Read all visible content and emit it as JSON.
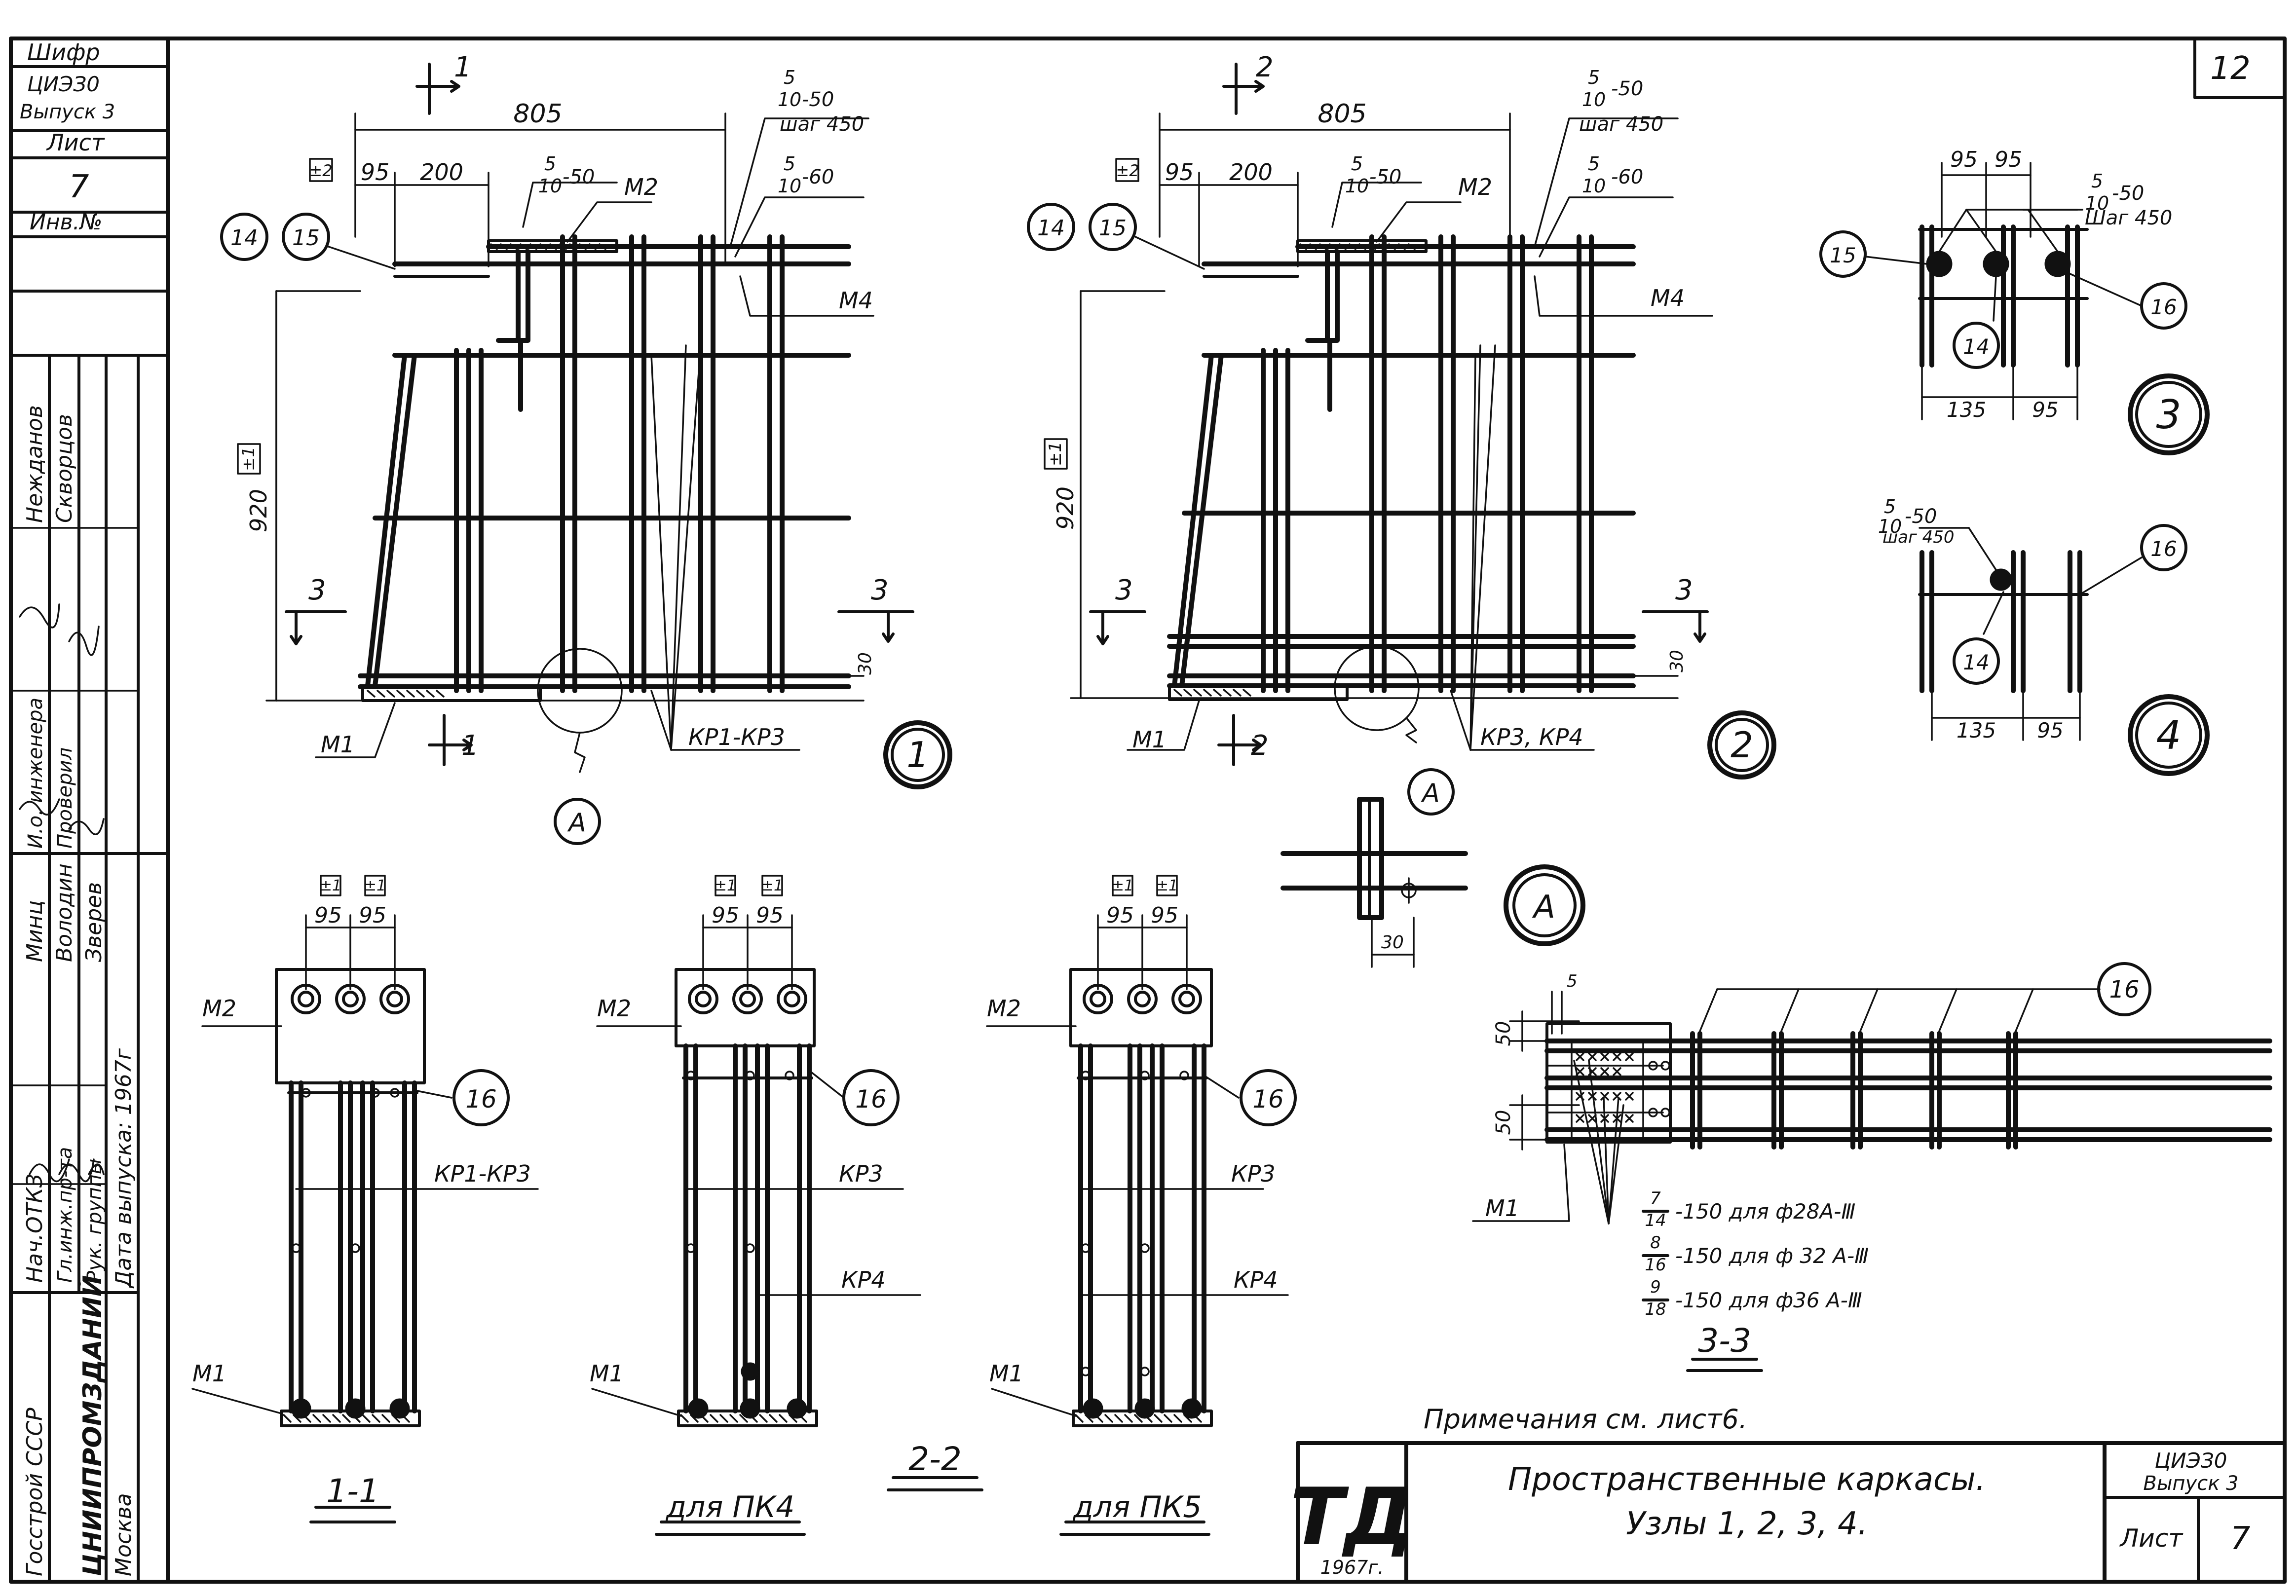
{
  "sheet_number": "12",
  "side_stamp": {
    "shifr_label": "Шифр",
    "shifr_value": "ЦИЭЗ0",
    "vypusk": "Выпуск 3",
    "list_label": "Лист",
    "list_value": "7",
    "inv_label": "Инв.№",
    "roles": [
      "Нач.ОТКЗ",
      "Гл.инж.пр-та",
      "Рук. группы"
    ],
    "role_names": [
      "Минц",
      "Володин",
      "Зверев"
    ],
    "roles2": [
      "И.о. инженера",
      "Проверил"
    ],
    "role2_names": [
      "Нежданов",
      "Скворцов"
    ],
    "org1": "Госстрой СССР",
    "org2": "ЦНИИПРОМЗДАНИЙ",
    "city": "Москва",
    "release": "Дата выпуска: 1967г"
  },
  "node1": {
    "cut_top": "1",
    "cut_bottom": "1",
    "cut_left": "3",
    "cut_right": "3",
    "dim_total": "805",
    "dim_a": "95",
    "dim_b": "200",
    "plus_top": "±2",
    "plus_side": "±1",
    "dim_height": "920",
    "dim_30": "30",
    "weld_1_top": "5",
    "weld_1_bot": "10",
    "weld_1_len": "-50",
    "weld_2_top": "5",
    "weld_2_bot": "10",
    "weld_2_len": "-50",
    "weld_2_step": "шаг 450",
    "weld_3_top": "5",
    "weld_3_bot": "10",
    "weld_3_len": "-60",
    "label_m2": "М2",
    "label_m4": "М4",
    "label_m1": "М1",
    "label_kr": "КР1-КР3",
    "circle_14": "14",
    "circle_15": "15",
    "callout_a": "А",
    "node_num": "1"
  },
  "node2": {
    "cut_top": "2",
    "cut_bottom": "2",
    "cut_left": "3",
    "cut_right": "3",
    "dim_total": "805",
    "dim_a": "95",
    "dim_b": "200",
    "plus_top": "±2",
    "plus_side": "±1",
    "dim_height": "920",
    "dim_30": "30",
    "weld_1_top": "5",
    "weld_1_bot": "10",
    "weld_1_len": "-50",
    "weld_2_top": "5",
    "weld_2_bot": "10",
    "weld_2_len": "-50",
    "weld_2_step": "шаг 450",
    "weld_3_top": "5",
    "weld_3_bot": "10",
    "weld_3_len": "-60",
    "label_m2": "М2",
    "label_m4": "М4",
    "label_m1": "М1",
    "label_kr": "КР3, КР4",
    "circle_14": "14",
    "circle_15": "15",
    "callout_a": "А",
    "node_num": "2"
  },
  "node3": {
    "dim_top_a": "95",
    "dim_top_b": "95",
    "dim_bot_a": "135",
    "dim_bot_b": "95",
    "weld_top": "5",
    "weld_bot": "10",
    "weld_len": "-50",
    "weld_step": "Шаг 450",
    "c15": "15",
    "c14": "14",
    "c16": "16",
    "node_num": "3"
  },
  "node4": {
    "weld_top": "5",
    "weld_bot": "10",
    "weld_len": "-50",
    "weld_step": "шаг 450",
    "dim_bot_a": "135",
    "dim_bot_b": "95",
    "c16": "16",
    "c14": "14",
    "node_num": "4"
  },
  "detail_a": {
    "dim": "30",
    "label": "А"
  },
  "section_1_1": {
    "tol_a": "±1",
    "tol_b": "±1",
    "dim_a": "95",
    "dim_b": "95",
    "label_m2": "М2",
    "label_m1": "М1",
    "label_kr": "КР1-КР3",
    "c16": "16",
    "title": "1-1"
  },
  "section_pk4": {
    "tol_a": "±1",
    "tol_b": "±1",
    "dim_a": "95",
    "dim_b": "95",
    "label_m2": "М2",
    "label_m1": "М1",
    "label_kr3": "КР3",
    "label_kr4": "КР4",
    "c16": "16",
    "title": "для ПК4"
  },
  "section_pk5": {
    "tol_a": "±1",
    "tol_b": "±1",
    "dim_a": "95",
    "dim_b": "95",
    "label_m2": "М2",
    "label_m1": "М1",
    "label_kr3": "КР3",
    "label_kr4": "КР4",
    "c16": "16",
    "title": "для ПК5"
  },
  "section_2_2_title": "2-2",
  "section_3_3": {
    "dim_5": "5",
    "dim_50a": "50",
    "dim_50b": "50",
    "label_m1": "М1",
    "c16": "16",
    "welds": [
      {
        "top": "7",
        "bot": "14",
        "text": "-150  для  ф28А-Ⅲ"
      },
      {
        "top": "8",
        "bot": "16",
        "text": "-150  для  ф 32 А-Ⅲ"
      },
      {
        "top": "9",
        "bot": "18",
        "text": "-150  для  ф36 А-Ⅲ"
      }
    ],
    "title": "3-3"
  },
  "note": "Примечания  см.  лист6.",
  "title_block": {
    "logo": "ТД",
    "logo_year": "1967г.",
    "title_line1": "Пространственные каркасы.",
    "title_line2": "Узлы 1, 2, 3, 4.",
    "code": "ЦИЭЗ0",
    "vypusk": "Выпуск 3",
    "list_label": "Лист",
    "list_value": "7"
  }
}
